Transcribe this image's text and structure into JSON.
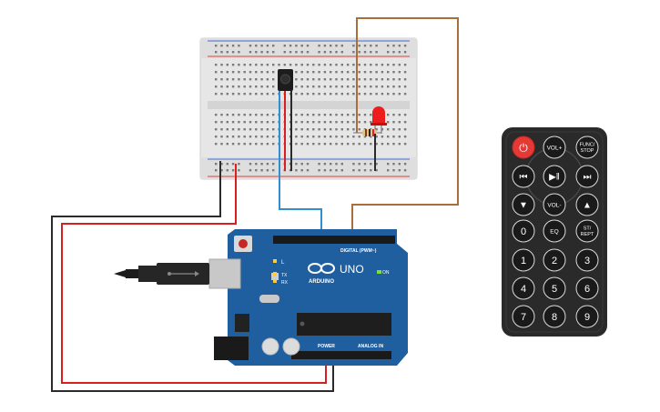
{
  "colors": {
    "background": "#ffffff",
    "breadboard": "#e6e6e6",
    "breadboard_edge": "#cfcfcf",
    "rail_red": "#e0403a",
    "rail_blue": "#3f6fd1",
    "arduino": "#1f5fa0",
    "arduino_dark": "#154a80",
    "wire_black": "#2b2b2b",
    "wire_red": "#d81f1f",
    "wire_blue": "#2f8fd0",
    "wire_brown": "#a86f3a",
    "remote_body": "#2a2a2a",
    "remote_button": "#1a1a1a",
    "power_button": "#e53935"
  },
  "arduino": {
    "brand": "ARDUINO",
    "model": "UNO",
    "on_label": "ON",
    "digital_label": "DIGITAL (PWM~)",
    "power_label": "POWER",
    "analog_label": "ANALOG IN",
    "led_l": "L",
    "led_tx": "TX",
    "led_rx": "RX"
  },
  "remote": {
    "rows": [
      [
        {
          "label": "⏻",
          "type": "power",
          "name": "power"
        },
        {
          "label": "VOL+",
          "type": "small",
          "name": "vol-up"
        },
        {
          "label": "FUNC/\nSTOP",
          "type": "tiny",
          "name": "func-stop"
        }
      ],
      [
        {
          "label": "⏮",
          "type": "icon",
          "name": "previous"
        },
        {
          "label": "▶‖",
          "type": "icon",
          "name": "play-pause"
        },
        {
          "label": "⏭",
          "type": "icon",
          "name": "next"
        }
      ],
      [
        {
          "label": "▼",
          "type": "icon",
          "name": "down"
        },
        {
          "label": "VOL-",
          "type": "small",
          "name": "vol-down"
        },
        {
          "label": "▲",
          "type": "icon",
          "name": "up"
        }
      ],
      [
        {
          "label": "0",
          "type": "num",
          "name": "0"
        },
        {
          "label": "EQ",
          "type": "small",
          "name": "eq"
        },
        {
          "label": "ST/\nREPT",
          "type": "tiny",
          "name": "st-rept"
        }
      ],
      [
        {
          "label": "1",
          "type": "num",
          "name": "1"
        },
        {
          "label": "2",
          "type": "num",
          "name": "2"
        },
        {
          "label": "3",
          "type": "num",
          "name": "3"
        }
      ],
      [
        {
          "label": "4",
          "type": "num",
          "name": "4"
        },
        {
          "label": "5",
          "type": "num",
          "name": "5"
        },
        {
          "label": "6",
          "type": "num",
          "name": "6"
        }
      ],
      [
        {
          "label": "7",
          "type": "num",
          "name": "7"
        },
        {
          "label": "8",
          "type": "num",
          "name": "8"
        },
        {
          "label": "9",
          "type": "num",
          "name": "9"
        }
      ]
    ]
  }
}
